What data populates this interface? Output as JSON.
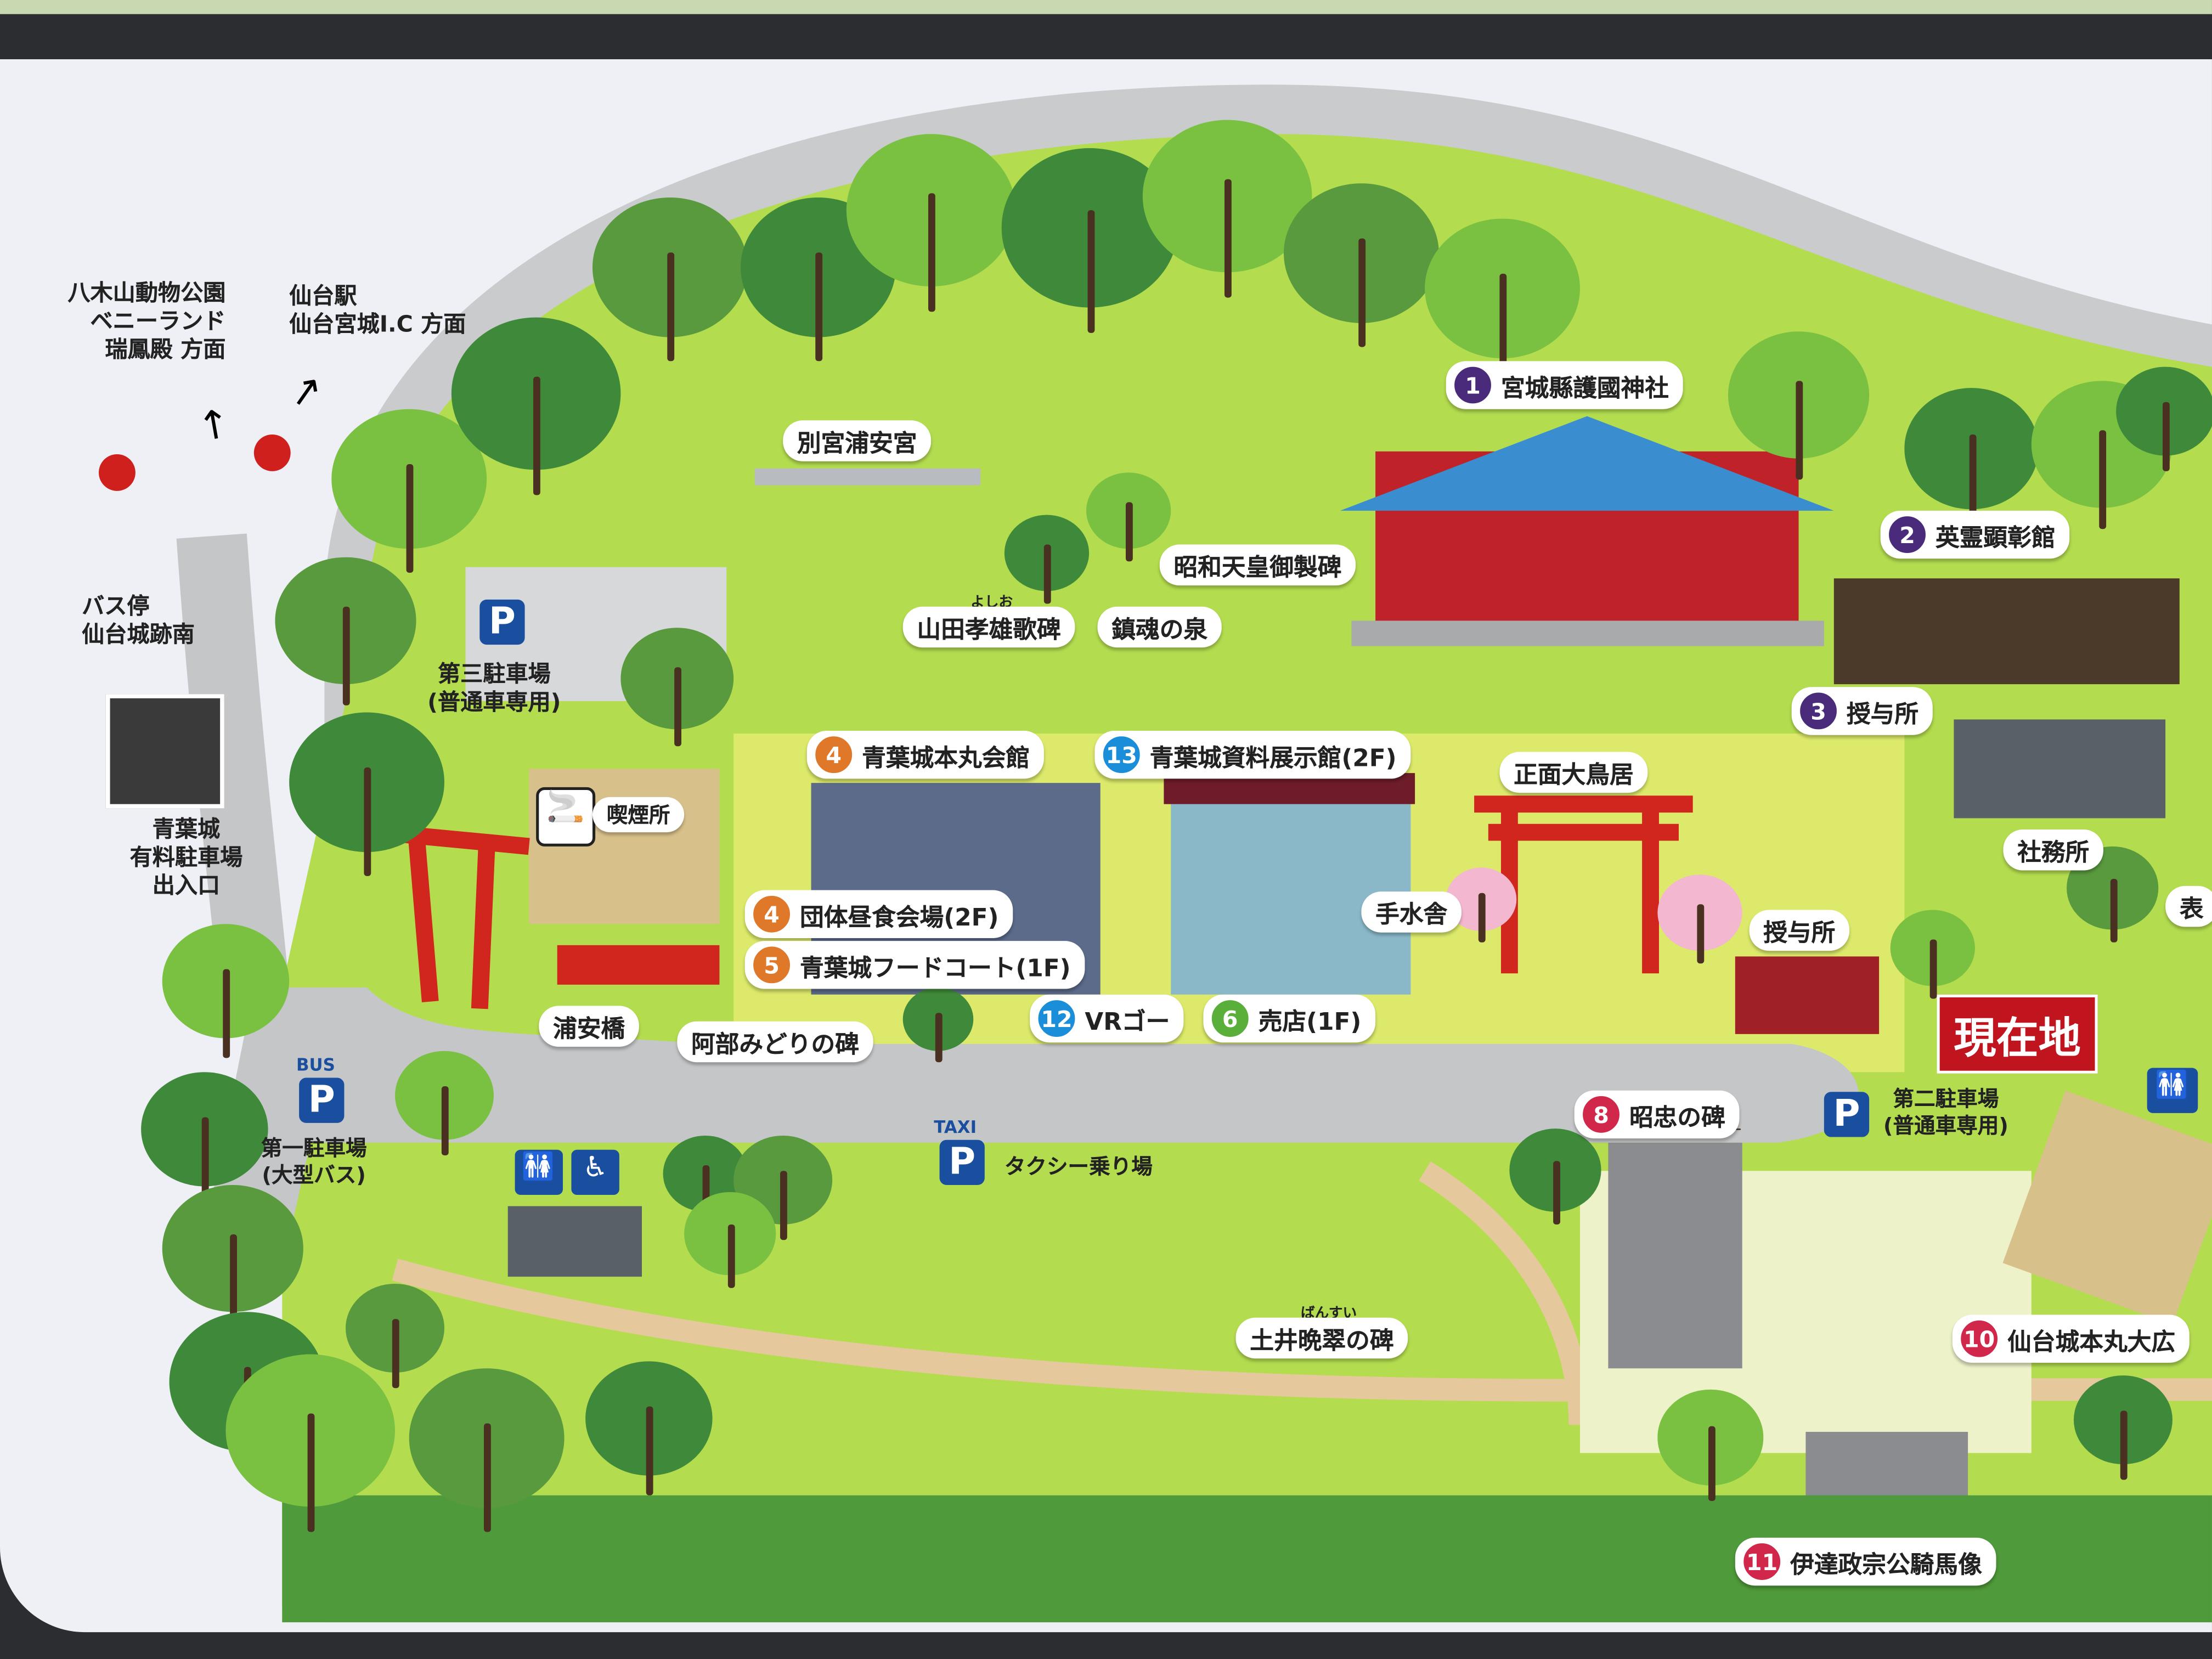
{
  "directions": {
    "left": [
      "八木山動物公園",
      "ベニーランド",
      "瑞鳳殿 方面"
    ],
    "right": [
      "仙台駅",
      "仙台宮城I.C 方面"
    ]
  },
  "bus_stop": [
    "バス停",
    "仙台城跡南"
  ],
  "paid_parking": [
    "青葉城",
    "有料駐車場",
    "出入口"
  ],
  "parking3": [
    "第三駐車場",
    "(普通車専用)"
  ],
  "parking2": [
    "第二駐車場",
    "(普通車専用)"
  ],
  "parking1": {
    "badge": "BUS",
    "lines": [
      "第一駐車場",
      "(大型バス)"
    ]
  },
  "taxi": {
    "badge": "TAXI",
    "label": "タクシー乗り場"
  },
  "parking_symbol": "P",
  "smoking": "喫煙所",
  "here": "現在地",
  "places": {
    "betsugu": "別宮浦安宮",
    "yamada": "山田孝雄歌碑",
    "yamada_ruby": "よしお",
    "chinkon": "鎮魂の泉",
    "showa": "昭和天皇御製碑",
    "shrine": {
      "num": "1",
      "label": "宮城縣護國神社"
    },
    "eirei": {
      "num": "2",
      "label": "英霊顕彰館"
    },
    "juyo1": {
      "num": "3",
      "label": "授与所"
    },
    "shamusho": "社務所",
    "omote": "表",
    "honmaru": {
      "num": "4",
      "label": "青葉城本丸会館"
    },
    "museum": {
      "num": "13",
      "label": "青葉城資料展示館(2F)"
    },
    "torii": "正面大鳥居",
    "lunch": {
      "num": "4",
      "label": "団体昼食会場(2F)"
    },
    "foodcourt": {
      "num": "5",
      "label": "青葉城フードコート(1F)"
    },
    "temizuya": "手水舎",
    "juyo2": "授与所",
    "urayasu": "浦安橋",
    "abe": "阿部みどりの碑",
    "vr": {
      "num": "12",
      "label": "VRゴー"
    },
    "shop": {
      "num": "6",
      "label": "売店(1F)"
    },
    "shochu": {
      "num": "8",
      "label": "昭忠の碑"
    },
    "doi": "土井晩翠の碑",
    "doi_ruby": "ばんすい",
    "hiroma": {
      "num": "10",
      "label": "仙台城本丸大広"
    },
    "date": {
      "num": "11",
      "label": "伊達政宗公騎馬像"
    }
  },
  "colors": {
    "purple": "#4a2a7a",
    "orange": "#e0782a",
    "blue": "#1a8ed8",
    "green": "#5aae3a",
    "crimson": "#d0274a",
    "red": "#c0151e"
  }
}
